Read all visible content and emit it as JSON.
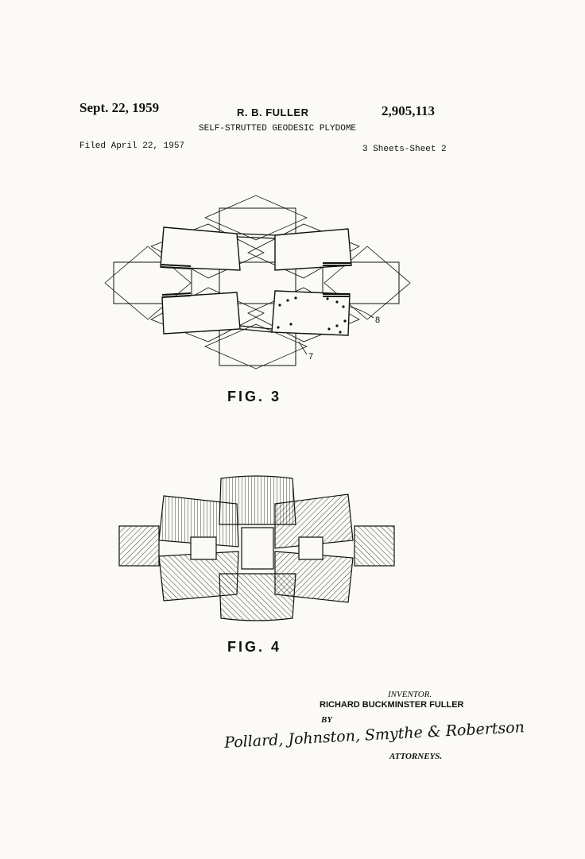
{
  "header": {
    "date": "Sept. 22, 1959",
    "inventor_short": "R. B. FULLER",
    "patent_number": "2,905,113",
    "title": "SELF-STRUTTED GEODESIC PLYDOME",
    "filed": "Filed April 22, 1957",
    "sheets": "3 Sheets-Sheet 2"
  },
  "figures": {
    "fig3": {
      "label": "FIG. 3",
      "ref_8": "8",
      "ref_7": "7"
    },
    "fig4": {
      "label": "FIG. 4"
    }
  },
  "signature_block": {
    "inventor_label": "INVENTOR.",
    "inventor_name": "RICHARD BUCKMINSTER FULLER",
    "by": "BY",
    "signature": "Pollard, Johnston, Smythe & Robertson",
    "attorneys": "ATTORNEYS."
  },
  "colors": {
    "ink": "#111111",
    "paper": "#fbfaf6"
  }
}
